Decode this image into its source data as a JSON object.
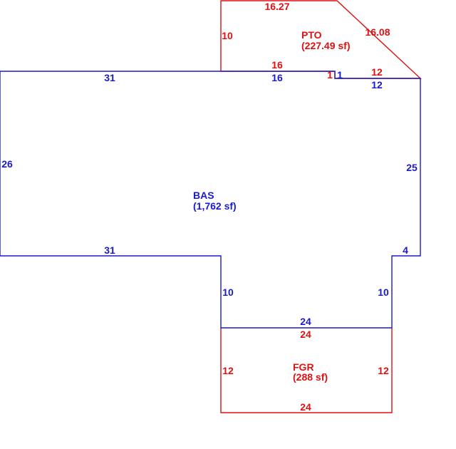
{
  "colors": {
    "bas": "#1a1acc",
    "additions": "#dd1111"
  },
  "areas": {
    "bas": {
      "code": "BAS",
      "area": "(1,762 sf)"
    },
    "pto": {
      "code": "PTO",
      "area": "(227.49 sf)"
    },
    "fgr": {
      "code": "FGR",
      "area": "(288 sf)"
    }
  },
  "dimensions": {
    "bas": {
      "top_left": "31",
      "top_mid": "16",
      "step": "1",
      "top_right": "12",
      "right": "25",
      "right_step": "4",
      "right_lower": "10",
      "bottom": "24",
      "left_lower": "10",
      "bottom_left": "31",
      "left": "26"
    },
    "pto": {
      "top": "16.27",
      "left": "10",
      "diagonal": "16.08",
      "bottom_left": "16",
      "step": "1",
      "bottom_right": "12"
    },
    "fgr": {
      "top": "24",
      "left": "12",
      "right": "12",
      "bottom": "24"
    }
  }
}
